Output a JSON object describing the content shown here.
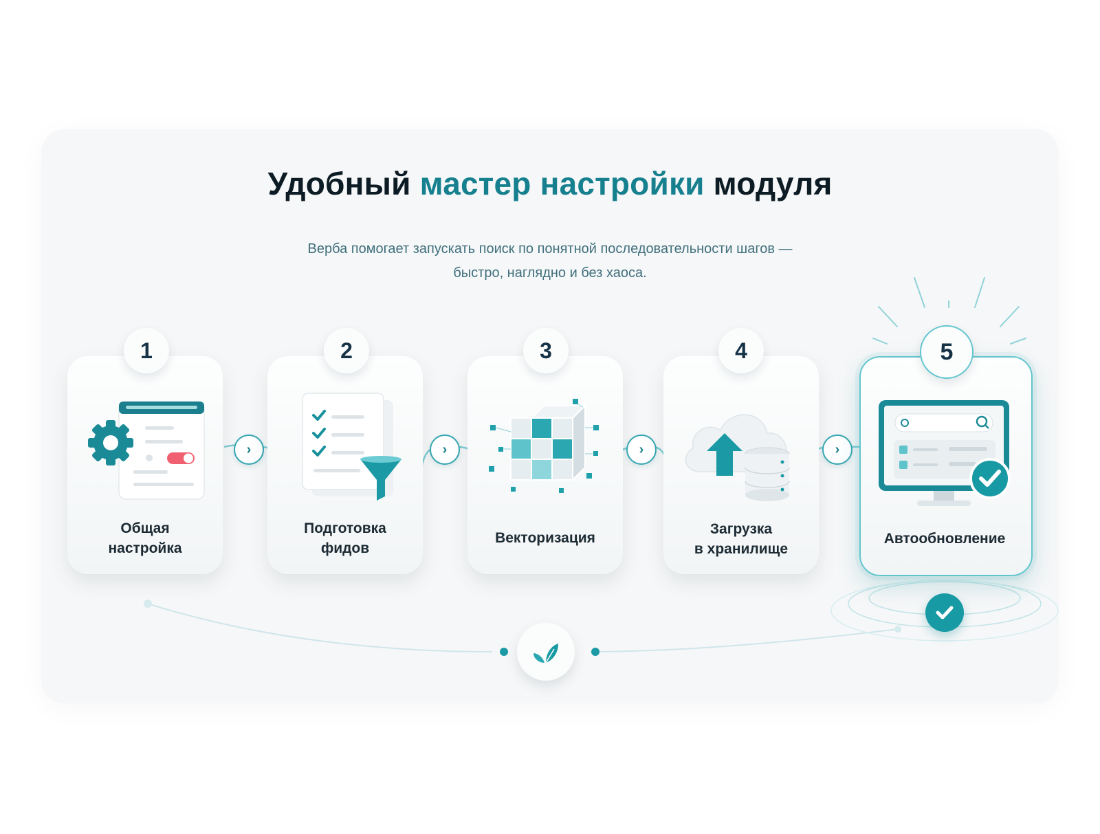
{
  "header": {
    "title_part1": "Удобный",
    "title_accent": "мастер настройки",
    "title_part2": "модуля",
    "subtitle_line1": "Верба помогает запускать поиск по понятной последовательности шагов —",
    "subtitle_line2": "быстро, наглядно и без хаоса."
  },
  "steps": [
    {
      "number": "1",
      "line1": "Общая",
      "line2": "настройка",
      "icon": "settings-window-icon"
    },
    {
      "number": "2",
      "line1": "Подготовка",
      "line2": "фидов",
      "icon": "checklist-filter-icon"
    },
    {
      "number": "3",
      "line1": "Векторизация",
      "line2": "",
      "icon": "vector-cube-icon"
    },
    {
      "number": "4",
      "line1": "Загрузка",
      "line2": "в хранилище",
      "icon": "cloud-upload-database-icon"
    },
    {
      "number": "5",
      "line1": "Автообновление",
      "line2": "",
      "icon": "monitor-check-icon"
    }
  ],
  "footer": {
    "center_icon": "leaf-icon",
    "done_icon": "check-circle-icon"
  },
  "colors": {
    "accent": "#16808f",
    "teal": "#179aa4",
    "title": "#0d1b24",
    "subtitle": "#3f6f7c",
    "toggle": "#f06070"
  }
}
